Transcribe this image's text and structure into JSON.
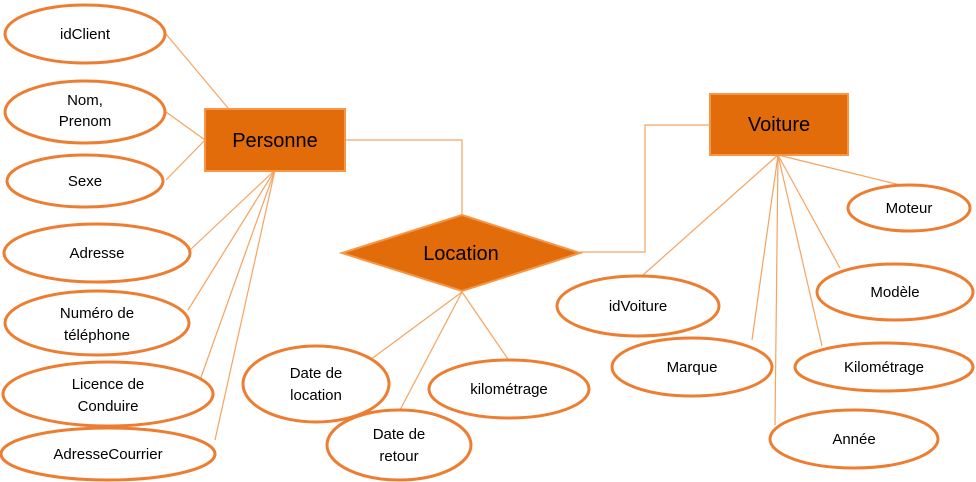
{
  "colors": {
    "entity_fill": "#E36C0A",
    "attribute_border": "#ED7D31",
    "link": "#F4A460"
  },
  "entities": {
    "personne": "Personne",
    "voiture": "Voiture"
  },
  "relation": {
    "location": "Location"
  },
  "personne_attributes": {
    "idclient": "idClient",
    "nom_prenom": [
      "Nom,",
      "Prenom"
    ],
    "sexe": "Sexe",
    "adresse": "Adresse",
    "telephone": [
      "Numéro de",
      "téléphone"
    ],
    "licence": [
      "Licence de",
      "Conduire"
    ],
    "adresse_courrier": "AdresseCourrier"
  },
  "location_attributes": {
    "date_location": [
      "Date de",
      "location"
    ],
    "date_retour": [
      "Date de",
      "retour"
    ],
    "kilometrage": "kilométrage"
  },
  "voiture_attributes": {
    "idvoiture": "idVoiture",
    "marque": "Marque",
    "moteur": "Moteur",
    "modele": "Modèle",
    "kilometrage": "Kilométrage",
    "annee": "Année"
  }
}
